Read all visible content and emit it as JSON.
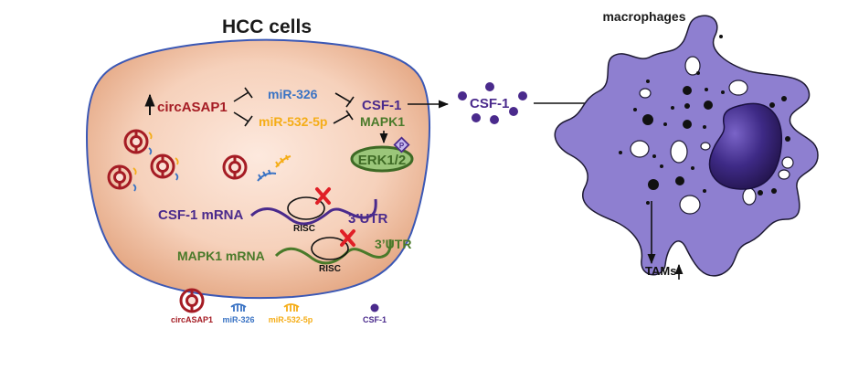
{
  "figure": {
    "left_title": "HCC cells",
    "right_title": "macrophages",
    "colors": {
      "circ": "#a51c24",
      "mir326": "#3a73c4",
      "mir532": "#f5ad17",
      "csf1": "#4a2a8c",
      "mapk1": "#4a7a2a",
      "cell_fill": "#f2c2a6",
      "cell_border": "#3b58b5",
      "macrophage": "#8e7fd0",
      "nucleus": "#3e2a86",
      "inhibit_x": "#e01f26"
    }
  },
  "pathway": {
    "up_arrow": "↑",
    "circ_label": "circASAP1",
    "mir326_label": "miR-326",
    "mir532_label": "miR-532-5p",
    "csf1_label": "CSF-1",
    "mapk1_label": "MAPK1",
    "erk_label": "ERK1/2",
    "phospho_label": "P",
    "secreted_label": "CSF-1"
  },
  "mrna": {
    "csf1_mrna_label": "CSF-1 mRNA",
    "csf1_utr": "3’UTR",
    "csf1_risc": "RISC",
    "mapk1_mrna_label": "MAPK1 mRNA",
    "mapk1_utr": "3’UTR",
    "mapk1_risc": "RISC"
  },
  "macrophage": {
    "tams_label": "TAMs",
    "tams_arrow": "↑"
  },
  "legend": [
    {
      "icon": "circrna-icon",
      "label": "circASAP1"
    },
    {
      "icon": "mirna-icon",
      "label": "miR-326"
    },
    {
      "icon": "mirna-icon",
      "label": "miR-532-5p"
    },
    {
      "icon": "dot-icon",
      "label": "CSF-1"
    }
  ]
}
